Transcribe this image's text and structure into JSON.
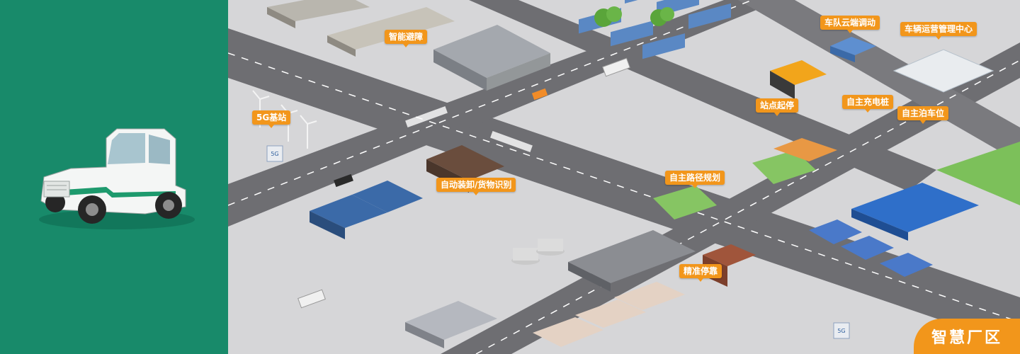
{
  "labels": {
    "smart_obstacle": "智能避障",
    "fleet_cloud": "车队云端调动",
    "ops_center": "车辆运营管理中心",
    "station_5g": "5G基站",
    "stop_start": "站点起停",
    "auto_charge": "自主充电桩",
    "auto_park": "自主泊车位",
    "auto_load": "自动装卸/货物识别",
    "path_plan": "自主路径规划",
    "precise_stop": "精准停靠"
  },
  "badges": {
    "five_g": "5G",
    "five_g_2": "5G"
  },
  "corner_title": "智慧厂区",
  "colors": {
    "panel": "#188a6a",
    "accent": "#f2961b",
    "road": "#6e6e72",
    "ground": "#d6d6d8"
  },
  "icons": [
    "tow-tractor-icon",
    "wind-turbine-icon",
    "cloud-server-icon",
    "5g-tower-icon"
  ]
}
